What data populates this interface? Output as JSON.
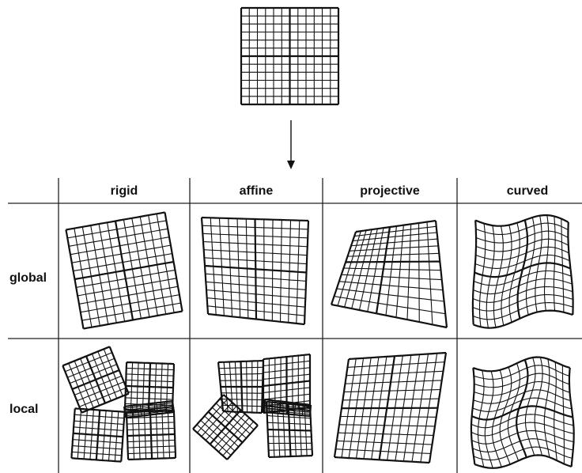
{
  "figure": {
    "columns": [
      "rigid",
      "affine",
      "projective",
      "curved"
    ],
    "rows": [
      "global",
      "local"
    ]
  }
}
